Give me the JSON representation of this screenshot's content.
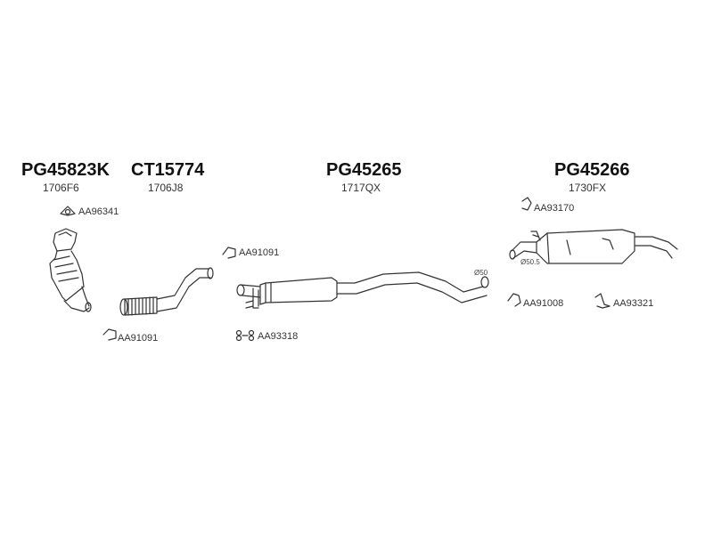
{
  "parts": [
    {
      "code": "PG45823K",
      "ref": "1706F6"
    },
    {
      "code": "CT15774",
      "ref": "1706J8"
    },
    {
      "code": "PG45265",
      "ref": "1717QX"
    },
    {
      "code": "PG45266",
      "ref": "1730FX"
    }
  ],
  "accessories": {
    "gasket_cat": "AA96341",
    "clamp_cat": "AA91091",
    "clamp_flex": "AA91091",
    "bolt_kit_mid": "AA93318",
    "bracket_rear": "AA93170",
    "clamp_rear": "AA91008",
    "hanger_rear": "AA93321"
  },
  "dimensions": {
    "mid_pipe_diameter": "Ø50",
    "rear_inlet_diameter": "Ø50.5"
  }
}
